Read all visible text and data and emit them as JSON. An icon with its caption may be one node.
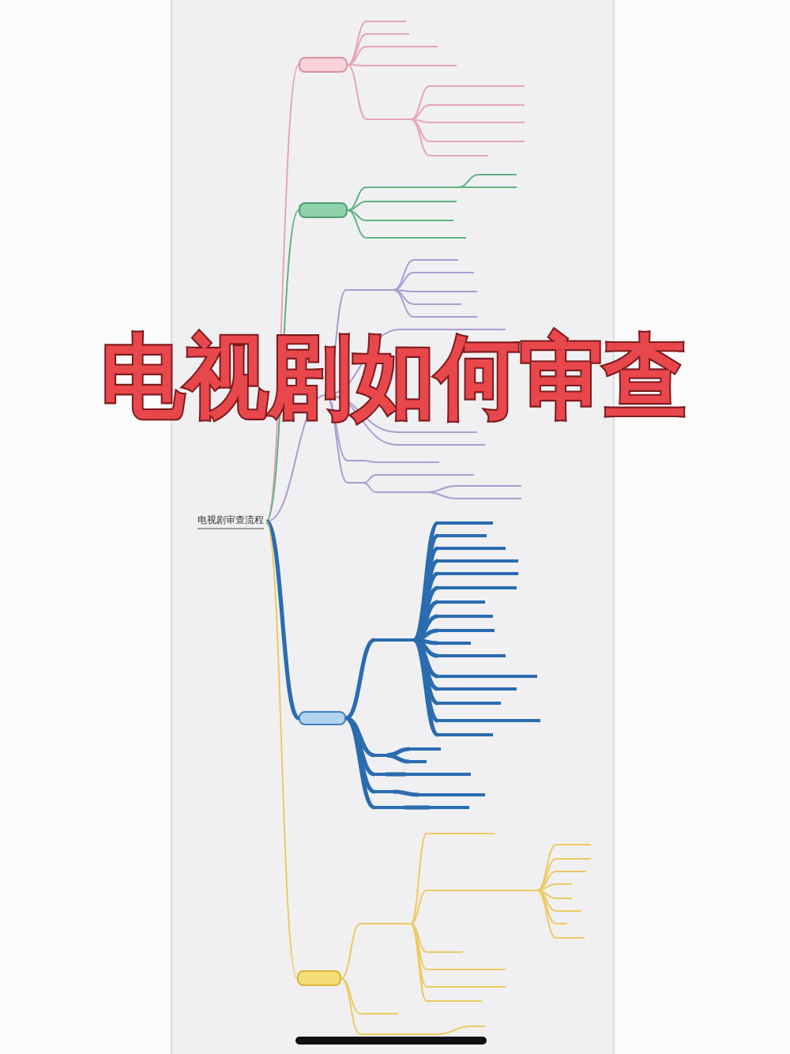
{
  "diagram": {
    "title": "电视剧如何审查",
    "nodes": [
      {
        "text": [
          "电视剧审查流程"
        ]
      },
      {
        "text": [],
        "shape": "box"
      },
      {
        "text": [],
        "shape": "bar"
      },
      {
        "text": [],
        "shape": "bar"
      },
      {
        "text": [],
        "shape": "bar"
      },
      {
        "text": [],
        "shape": "bar"
      },
      {
        "text": [],
        "shape": "bar"
      },
      {
        "text": [],
        "shape": "bar"
      },
      {
        "text": [],
        "shape": "bar"
      },
      {
        "text": [],
        "shape": "bar"
      },
      {
        "text": [],
        "shape": "bar"
      },
      {
        "text": [],
        "shape": "bar"
      },
      {
        "text": [],
        "shape": "box"
      },
      {
        "text": [],
        "shape": "bar"
      },
      {
        "text": [],
        "shape": "bar"
      },
      {
        "text": [],
        "shape": "bar"
      },
      {
        "text": [],
        "shape": "bar"
      },
      {
        "text": [],
        "shape": "bar"
      },
      {
        "text": [],
        "shape": "bar"
      },
      {
        "text": [],
        "shape": "bar"
      },
      {
        "text": [],
        "shape": "bar"
      },
      {
        "text": [],
        "shape": "bar"
      },
      {
        "text": [],
        "shape": "bar"
      },
      {
        "text": [],
        "shape": "bar"
      },
      {
        "text": [],
        "shape": "bar"
      },
      {
        "text": [],
        "shape": "bar"
      },
      {
        "text": [],
        "shape": "bar"
      },
      {
        "text": [],
        "shape": "bar"
      },
      {
        "text": [],
        "shape": "bar"
      },
      {
        "text": [],
        "shape": "bar"
      },
      {
        "text": [],
        "shape": "bar"
      },
      {
        "text": [],
        "shape": "bar"
      },
      {
        "text": [],
        "shape": "bar"
      },
      {
        "text": [],
        "shape": "bar"
      },
      {
        "text": [],
        "shape": "bar"
      },
      {
        "text": [],
        "shape": "bar"
      },
      {
        "text": [],
        "shape": "box"
      },
      {
        "text": [],
        "shape": "bar"
      },
      {
        "text": [],
        "shape": "bar"
      },
      {
        "text": [],
        "shape": "bar"
      },
      {
        "text": [],
        "shape": "bar"
      },
      {
        "text": [],
        "shape": "bar"
      },
      {
        "text": [],
        "shape": "bar"
      },
      {
        "text": [],
        "shape": "bar"
      },
      {
        "text": [],
        "shape": "bar"
      },
      {
        "text": [],
        "shape": "bar"
      },
      {
        "text": [],
        "shape": "bar"
      },
      {
        "text": [],
        "shape": "bar"
      },
      {
        "text": [],
        "shape": "bar"
      },
      {
        "text": [],
        "shape": "bar"
      },
      {
        "text": [],
        "shape": "bar"
      },
      {
        "text": [],
        "shape": "bar"
      },
      {
        "text": [],
        "shape": "bar"
      },
      {
        "text": [],
        "shape": "bar"
      },
      {
        "text": [],
        "shape": "bar"
      },
      {
        "text": [],
        "shape": "bar"
      },
      {
        "text": [],
        "shape": "bar"
      },
      {
        "text": [],
        "shape": "bar"
      },
      {
        "text": [],
        "shape": "bar"
      },
      {
        "text": [],
        "shape": "bar"
      },
      {
        "text": [],
        "shape": "bar"
      },
      {
        "text": [],
        "shape": "bar"
      },
      {
        "text": [],
        "shape": "bar"
      },
      {
        "text": [],
        "shape": "box"
      },
      {
        "text": [],
        "shape": "bar"
      },
      {
        "text": [],
        "shape": "bar"
      },
      {
        "text": [],
        "shape": "bar"
      },
      {
        "text": [],
        "shape": "bar"
      },
      {
        "text": [],
        "shape": "bar"
      },
      {
        "text": [],
        "shape": "bar"
      },
      {
        "text": [],
        "shape": "bar"
      },
      {
        "text": [],
        "shape": "bar"
      },
      {
        "text": [],
        "shape": "bar"
      },
      {
        "text": [],
        "shape": "bar"
      },
      {
        "text": [],
        "shape": "bar"
      },
      {
        "text": [],
        "shape": "bar"
      },
      {
        "text": [],
        "shape": "bar"
      },
      {
        "text": [],
        "shape": "bar"
      },
      {
        "text": [],
        "shape": "bar"
      },
      {
        "text": [],
        "shape": "bar"
      },
      {
        "text": [],
        "shape": "bar"
      },
      {
        "text": [],
        "shape": "bar"
      },
      {
        "text": [],
        "shape": "bar"
      },
      {
        "text": [],
        "shape": "bar"
      }
    ],
    "edges": [
      {
        "from": 0,
        "to": 1,
        "arrow": "none",
        "color": "#e6a4b4"
      },
      {
        "from": 1,
        "to": 2,
        "arrow": "none",
        "color": "#e6a4b4"
      },
      {
        "from": 1,
        "to": 3,
        "arrow": "none",
        "color": "#e6a4b4"
      },
      {
        "from": 1,
        "to": 4,
        "arrow": "none",
        "color": "#e6a4b4"
      },
      {
        "from": 1,
        "to": 5,
        "arrow": "none",
        "color": "#e6a4b4"
      },
      {
        "from": 1,
        "to": 6,
        "arrow": "none",
        "color": "#e6a4b4"
      },
      {
        "from": 6,
        "to": 7,
        "arrow": "none",
        "color": "#e6a4b4"
      },
      {
        "from": 6,
        "to": 8,
        "arrow": "none",
        "color": "#e6a4b4"
      },
      {
        "from": 6,
        "to": 9,
        "arrow": "none",
        "color": "#e6a4b4"
      },
      {
        "from": 6,
        "to": 10,
        "arrow": "none",
        "color": "#e6a4b4"
      },
      {
        "from": 6,
        "to": 11,
        "arrow": "none",
        "color": "#e6a4b4"
      },
      {
        "from": 0,
        "to": 12,
        "arrow": "none",
        "color": "#5fb381"
      },
      {
        "from": 12,
        "to": 13,
        "arrow": "none",
        "color": "#5fb381"
      },
      {
        "from": 13,
        "to": 14,
        "arrow": "none",
        "color": "#5fb381"
      },
      {
        "from": 13,
        "to": 15,
        "arrow": "none",
        "color": "#5fb381"
      },
      {
        "from": 12,
        "to": 16,
        "arrow": "none",
        "color": "#5fb381"
      },
      {
        "from": 12,
        "to": 17,
        "arrow": "none",
        "color": "#5fb381"
      },
      {
        "from": 12,
        "to": 18,
        "arrow": "none",
        "color": "#5fb381"
      },
      {
        "from": 0,
        "to": null,
        "arrow": "none",
        "color": "#a99dd0"
      },
      {
        "from": null,
        "to": 19,
        "arrow": "none",
        "color": "#a99dd0"
      },
      {
        "from": 19,
        "to": 20,
        "arrow": "none",
        "color": "#a99dd0"
      },
      {
        "from": 19,
        "to": 21,
        "arrow": "none",
        "color": "#a99dd0"
      },
      {
        "from": 19,
        "to": 22,
        "arrow": "none",
        "color": "#a99dd0"
      },
      {
        "from": 19,
        "to": 23,
        "arrow": "none",
        "color": "#a99dd0"
      },
      {
        "from": 19,
        "to": 24,
        "arrow": "none",
        "color": "#a99dd0"
      },
      {
        "from": null,
        "to": 25,
        "arrow": "none",
        "color": "#a99dd0"
      },
      {
        "from": null,
        "to": 26,
        "arrow": "none",
        "color": "#a99dd0"
      },
      {
        "from": null,
        "to": 27,
        "arrow": "none",
        "color": "#a99dd0"
      },
      {
        "from": null,
        "to": 28,
        "arrow": "none",
        "color": "#a99dd0"
      },
      {
        "from": 28,
        "to": 29,
        "arrow": "none",
        "color": "#a99dd0"
      },
      {
        "from": null,
        "to": 30,
        "arrow": "none",
        "color": "#a99dd0"
      },
      {
        "from": 30,
        "to": 31,
        "arrow": "none",
        "color": "#a99dd0"
      },
      {
        "from": 31,
        "to": 32,
        "arrow": "none",
        "color": "#a99dd0"
      },
      {
        "from": 30,
        "to": 33,
        "arrow": "none",
        "color": "#a99dd0"
      },
      {
        "from": 33,
        "to": 34,
        "arrow": "none",
        "color": "#a99dd0"
      },
      {
        "from": 33,
        "to": 35,
        "arrow": "none",
        "color": "#a99dd0"
      },
      {
        "from": 0,
        "to": 36,
        "arrow": "none",
        "style": "thick"
      },
      {
        "from": 36,
        "to": 37,
        "arrow": "none",
        "style": "thick"
      },
      {
        "from": 37,
        "to": 38,
        "arrow": "none",
        "style": "thick"
      },
      {
        "from": 37,
        "to": 39,
        "arrow": "none",
        "style": "thick"
      },
      {
        "from": 37,
        "to": 40,
        "arrow": "none",
        "style": "thick"
      },
      {
        "from": 37,
        "to": 41,
        "arrow": "none",
        "style": "thick"
      },
      {
        "from": 37,
        "to": 42,
        "arrow": "none",
        "style": "thick"
      },
      {
        "from": 37,
        "to": 43,
        "arrow": "none",
        "style": "thick"
      },
      {
        "from": 37,
        "to": 44,
        "arrow": "none",
        "style": "thick"
      },
      {
        "from": 37,
        "to": 45,
        "arrow": "none",
        "style": "thick"
      },
      {
        "from": 37,
        "to": 46,
        "arrow": "none",
        "style": "thick"
      },
      {
        "from": 37,
        "to": 47,
        "arrow": "none",
        "style": "thick"
      },
      {
        "from": 37,
        "to": 48,
        "arrow": "none",
        "style": "thick"
      },
      {
        "from": 37,
        "to": 49,
        "arrow": "none",
        "style": "thick"
      },
      {
        "from": 37,
        "to": 50,
        "arrow": "none",
        "style": "thick"
      },
      {
        "from": 37,
        "to": 51,
        "arrow": "none",
        "style": "thick"
      },
      {
        "from": 37,
        "to": 52,
        "arrow": "none",
        "style": "thick"
      },
      {
        "from": 37,
        "to": 53,
        "arrow": "none",
        "style": "thick"
      },
      {
        "from": 36,
        "to": 54,
        "arrow": "none",
        "style": "thick"
      },
      {
        "from": 54,
        "to": 55,
        "arrow": "none",
        "style": "thick"
      },
      {
        "from": 54,
        "to": 56,
        "arrow": "none",
        "style": "thick"
      },
      {
        "from": 36,
        "to": 57,
        "arrow": "none",
        "style": "thick"
      },
      {
        "from": 57,
        "to": 58,
        "arrow": "none",
        "style": "thick"
      },
      {
        "from": 36,
        "to": 59,
        "arrow": "none",
        "style": "thick"
      },
      {
        "from": 59,
        "to": 60,
        "arrow": "none",
        "style": "thick"
      },
      {
        "from": 36,
        "to": 61,
        "arrow": "none",
        "style": "thick"
      },
      {
        "from": 61,
        "to": 62,
        "arrow": "none",
        "style": "thick"
      },
      {
        "from": 0,
        "to": 63,
        "arrow": "none",
        "color": "#ecca62"
      },
      {
        "from": 63,
        "to": 64,
        "arrow": "none",
        "color": "#ecca62"
      },
      {
        "from": 64,
        "to": 65,
        "arrow": "none",
        "color": "#ecca62"
      },
      {
        "from": 65,
        "to": 66,
        "arrow": "none",
        "color": "#ecca62"
      },
      {
        "from": 65,
        "to": 67,
        "arrow": "none",
        "color": "#ecca62"
      },
      {
        "from": 67,
        "to": 68,
        "arrow": "none",
        "color": "#ecca62"
      },
      {
        "from": 68,
        "to": 69,
        "arrow": "none",
        "color": "#ecca62"
      },
      {
        "from": 68,
        "to": 70,
        "arrow": "none",
        "color": "#ecca62"
      },
      {
        "from": 68,
        "to": 71,
        "arrow": "none",
        "color": "#ecca62"
      },
      {
        "from": 68,
        "to": 72,
        "arrow": "none",
        "color": "#ecca62"
      },
      {
        "from": 68,
        "to": 73,
        "arrow": "none",
        "color": "#ecca62"
      },
      {
        "from": 68,
        "to": 74,
        "arrow": "none",
        "color": "#ecca62"
      },
      {
        "from": 68,
        "to": 75,
        "arrow": "none",
        "color": "#ecca62"
      },
      {
        "from": 68,
        "to": 76,
        "arrow": "none",
        "color": "#ecca62"
      },
      {
        "from": 65,
        "to": 77,
        "arrow": "none",
        "color": "#ecca62"
      },
      {
        "from": 65,
        "to": 78,
        "arrow": "none",
        "color": "#ecca62"
      },
      {
        "from": 65,
        "to": 79,
        "arrow": "none",
        "color": "#ecca62"
      },
      {
        "from": 65,
        "to": 80,
        "arrow": "none",
        "color": "#ecca62"
      },
      {
        "from": 63,
        "to": 81,
        "arrow": "none",
        "color": "#ecca62"
      },
      {
        "from": 63,
        "to": 82,
        "arrow": "none",
        "color": "#ecca62"
      },
      {
        "from": 82,
        "to": 83,
        "arrow": "none",
        "color": "#ecca62"
      }
    ]
  }
}
